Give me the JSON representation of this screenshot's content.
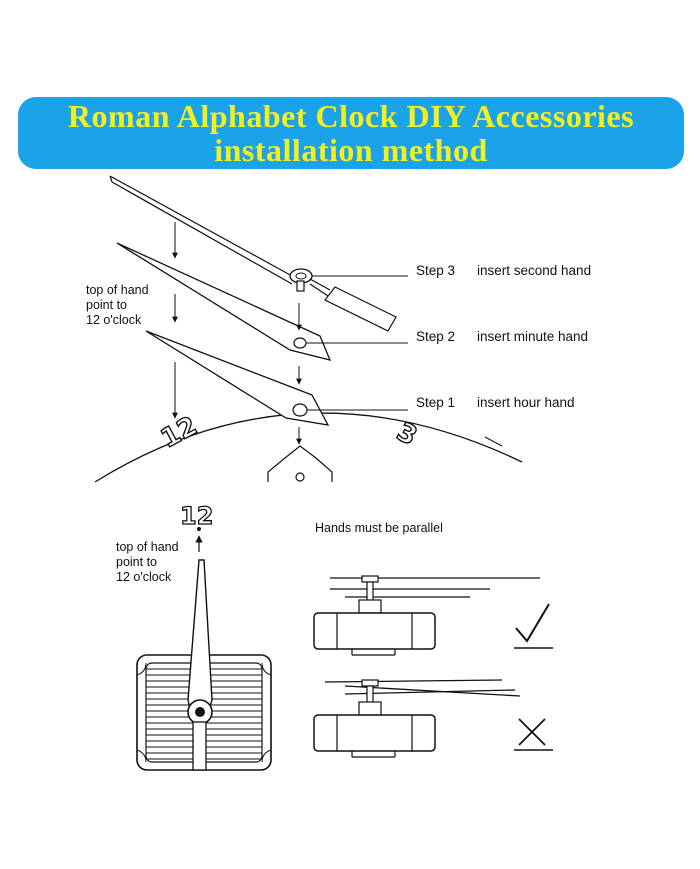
{
  "banner": {
    "line1": "Roman Alphabet Clock DIY Accessories",
    "line2": "installation method",
    "bg_color": "#1aa3e8",
    "text_color": "#f4ef1e"
  },
  "top_diagram": {
    "note_lines": [
      "top of hand",
      "point to",
      "12 o'clock"
    ],
    "steps": [
      {
        "step": "Step 3",
        "action": "insert second hand"
      },
      {
        "step": "Step 2",
        "action": "insert minute hand"
      },
      {
        "step": "Step 1",
        "action": "insert hour hand"
      }
    ],
    "dial_numbers": [
      "12",
      "3"
    ]
  },
  "bottom_left": {
    "dial_number": "12",
    "note_lines": [
      "top of hand",
      "point to",
      "12 o'clock"
    ]
  },
  "bottom_right": {
    "title": "Hands must be parallel",
    "correct_icon": "check-mark-icon",
    "wrong_icon": "cross-mark-icon"
  }
}
